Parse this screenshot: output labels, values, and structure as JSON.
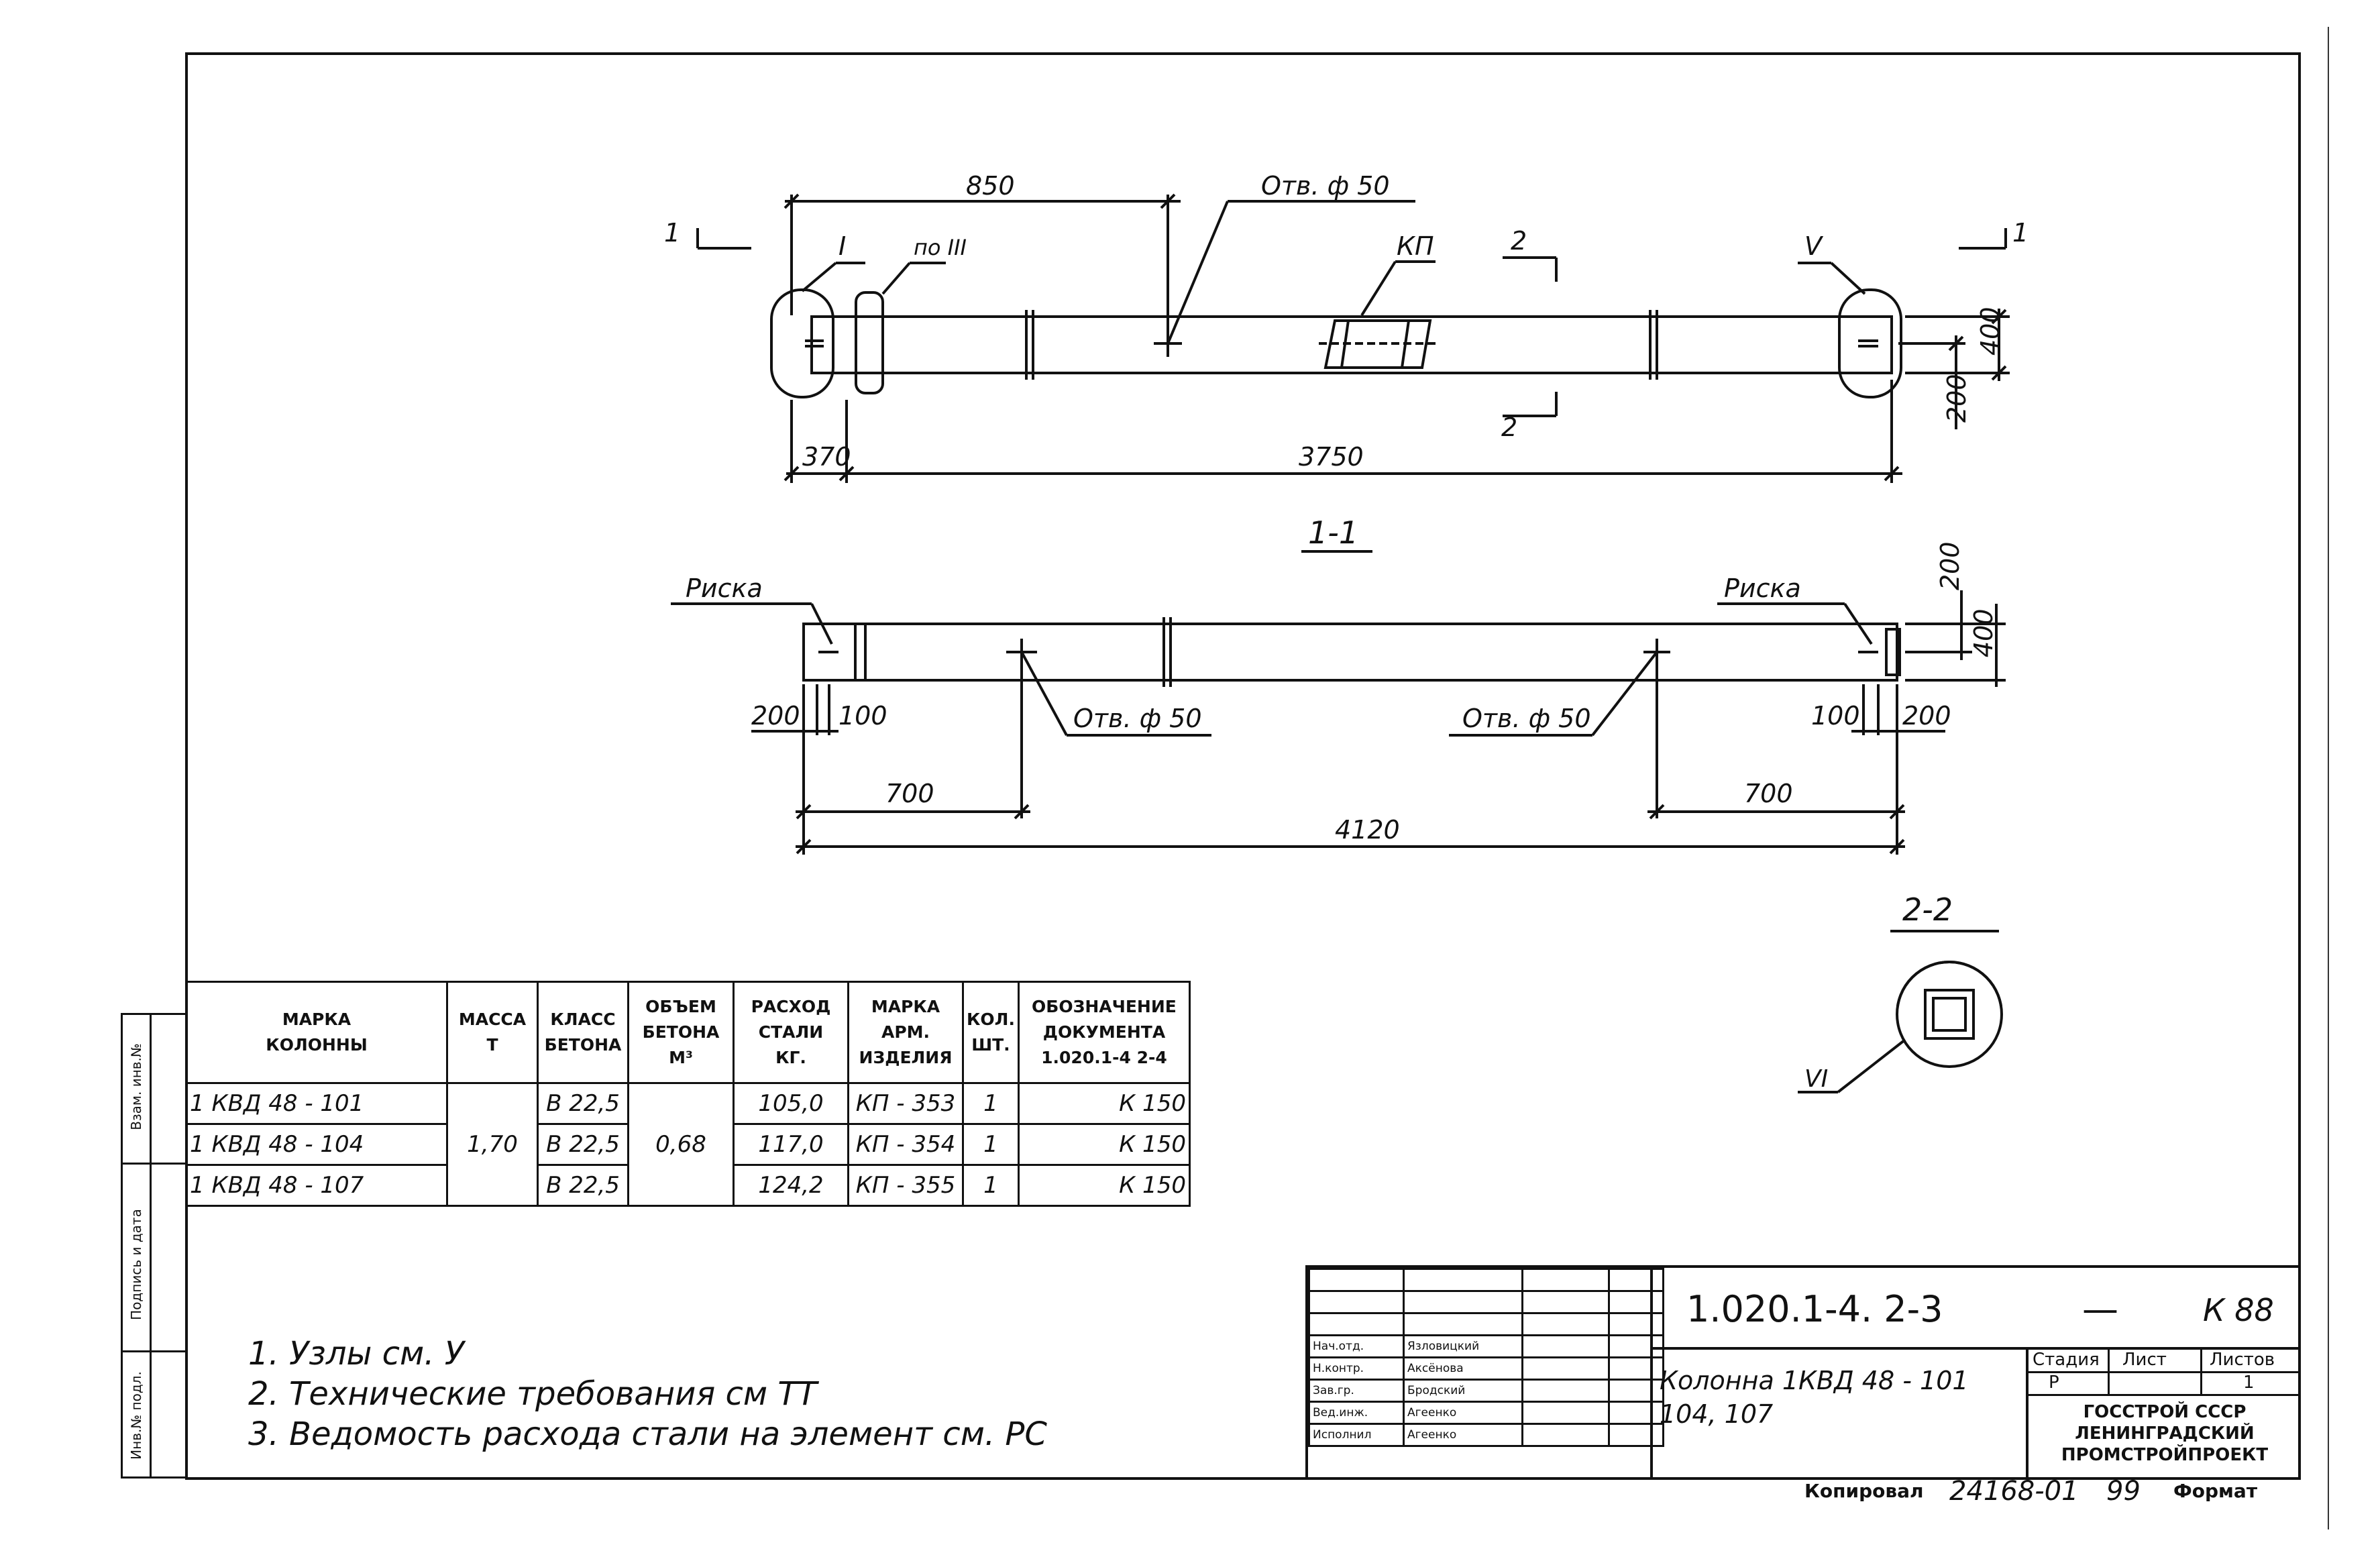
{
  "drawing": {
    "plan": {
      "section_mark_left": "1",
      "section_mark_right": "1",
      "node_I": "I",
      "node_III": "по III",
      "node_V": "V",
      "hole": "Отв. ф 50",
      "kp": "КП",
      "section_2_top": "2",
      "section_2_bottom": "2",
      "dim_850": "850",
      "dim_370": "370",
      "dim_3750": "3750",
      "dim_400": "400",
      "dim_200": "200"
    },
    "section_1": {
      "title": "1-1",
      "riska_left": "Риска",
      "riska_right": "Риска",
      "hole_left": "Отв. ф 50",
      "hole_right": "Отв. ф 50",
      "dim_200_left": "200",
      "dim_100_left": "100",
      "dim_100_right": "100",
      "dim_200_right": "200",
      "dim_700_left": "700",
      "dim_700_right": "700",
      "dim_4120": "4120",
      "dim_200_v": "200",
      "dim_400_v": "400"
    },
    "section_2": {
      "title": "2-2",
      "node_VI": "VI"
    }
  },
  "spec_table": {
    "headers": {
      "mark_1": "МАРКА",
      "mark_2": "КОЛОННЫ",
      "mass_1": "МАССА",
      "mass_2": "Т",
      "class_1": "КЛАСС",
      "class_2": "БЕТОНА",
      "vol_1": "ОБЪЕМ",
      "vol_2": "БЕТОНА",
      "vol_3": "М³",
      "steel_1": "РАСХОД",
      "steel_2": "СТАЛИ",
      "steel_3": "КГ.",
      "arm_1": "МАРКА",
      "arm_2": "АРМ.",
      "arm_3": "ИЗДЕЛИЯ",
      "qty_1": "КОЛ.",
      "qty_2": "ШТ.",
      "doc_1": "ОБОЗНАЧЕНИЕ",
      "doc_2": "ДОКУМЕНТА",
      "doc_3": "1.020.1-4 2-4"
    },
    "mass": "1,70",
    "volume": "0,68",
    "rows": [
      {
        "mark": "1 КВД 48 - 101",
        "class": "В 22,5",
        "steel": "105,0",
        "arm": "КП - 353",
        "qty": "1",
        "doc": "К 150"
      },
      {
        "mark": "1 КВД 48 - 104",
        "class": "В 22,5",
        "steel": "117,0",
        "arm": "КП - 354",
        "qty": "1",
        "doc": "К 150"
      },
      {
        "mark": "1 КВД 48 - 107",
        "class": "В 22,5",
        "steel": "124,2",
        "arm": "КП - 355",
        "qty": "1",
        "doc": "К 150"
      }
    ]
  },
  "notes": [
    "1. Узлы см. У",
    "2. Технические требования см ТТ",
    "3. Ведомость расхода стали на элемент см. РС"
  ],
  "side_stamp": {
    "inv_podl": "Инв.№ подл.",
    "sign_date": "Подпись и дата",
    "vzam": "Взам. инв.№"
  },
  "title_block": {
    "code": "1.020.1-4. 2-3",
    "dash": "—",
    "sheet_code": "К 88",
    "name_1": "Колонна 1КВД 48 - 101",
    "name_2": "104, 107",
    "stage_label": "Стадия",
    "sheet_label": "Лист",
    "sheets_label": "Листов",
    "stage": "Р",
    "sheet": "",
    "sheets": "1",
    "org_1": "ГОССТРОЙ СССР",
    "org_2": "ЛЕНИНГРАДСКИЙ",
    "org_3": "ПРОМСТРОЙПРОЕКТ",
    "roles": [
      {
        "role": "Нач.отд.",
        "name": "Язловицкий"
      },
      {
        "role": "Н.контр.",
        "name": "Аксёнова"
      },
      {
        "role": "Зав.гр.",
        "name": "Бродский"
      },
      {
        "role": "Вед.инж.",
        "name": "Агеенко"
      },
      {
        "role": "Исполнил",
        "name": "Агеенко"
      }
    ],
    "copied": "Копировал",
    "number": "24168-01",
    "page": "99",
    "format": "Формат"
  }
}
